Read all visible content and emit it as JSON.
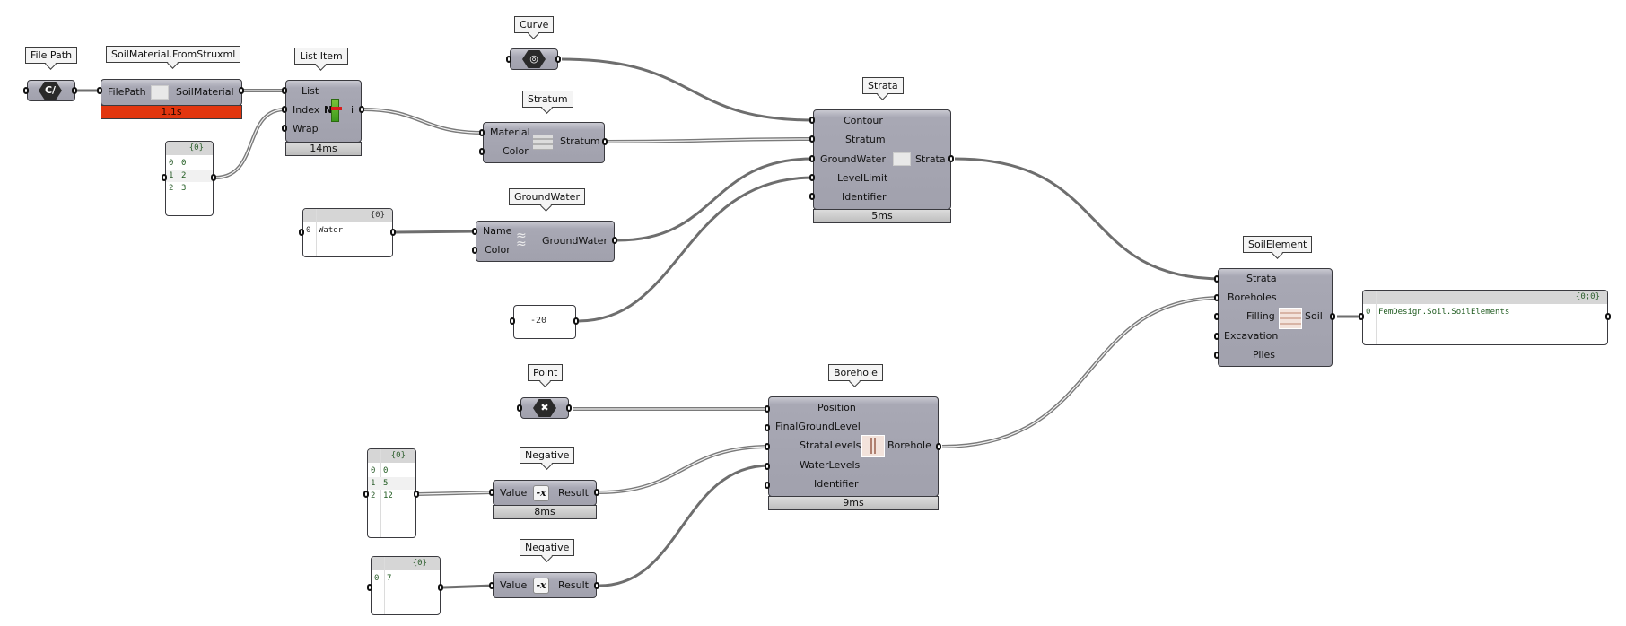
{
  "canvas": {
    "app": "Grasshopper"
  },
  "colors": {
    "node_fill": "#a5a5b1",
    "timer_warn": "#e2360f",
    "wire": "#6e6e6e",
    "panel_text": "#1e5a1e"
  },
  "nodes": {
    "file_path": {
      "label": "File Path",
      "icon": "file-path-icon",
      "icon_text": "C/"
    },
    "soil_material": {
      "label": "SoilMaterial.FromStruxml",
      "inputs": [
        "FilePath"
      ],
      "outputs": [
        "SoilMaterial"
      ],
      "timer": "1.1s"
    },
    "list_item": {
      "label": "List Item",
      "inputs": [
        "List",
        "Index",
        "Wrap"
      ],
      "outputs": [
        "i"
      ],
      "icon_letter": "N",
      "timer": "14ms"
    },
    "curve": {
      "label": "Curve",
      "icon": "curve-icon"
    },
    "stratum": {
      "label": "Stratum",
      "inputs": [
        "Material",
        "Color"
      ],
      "outputs": [
        "Stratum"
      ]
    },
    "strata": {
      "label": "Strata",
      "inputs": [
        "Contour",
        "Stratum",
        "GroundWater",
        "LevelLimit",
        "Identifier"
      ],
      "outputs": [
        "Strata"
      ],
      "timer": "5ms"
    },
    "groundwater": {
      "label": "GroundWater",
      "inputs": [
        "Name",
        "Color"
      ],
      "outputs": [
        "GroundWater"
      ]
    },
    "soil_element": {
      "label": "SoilElement",
      "inputs": [
        "Strata",
        "Boreholes",
        "Filling",
        "Excavation",
        "Piles"
      ],
      "outputs": [
        "Soil"
      ]
    },
    "point": {
      "label": "Point",
      "icon": "point-icon",
      "icon_text": "✖"
    },
    "borehole": {
      "label": "Borehole",
      "inputs": [
        "Position",
        "FinalGroundLevel",
        "StrataLevels",
        "WaterLevels",
        "Identifier"
      ],
      "outputs": [
        "Borehole"
      ],
      "timer": "9ms"
    },
    "negative1": {
      "label": "Negative",
      "inputs": [
        "Value"
      ],
      "outputs": [
        "Result"
      ],
      "icon_text": "-x",
      "timer": "8ms"
    },
    "negative2": {
      "label": "Negative",
      "inputs": [
        "Value"
      ],
      "outputs": [
        "Result"
      ],
      "icon_text": "-x"
    }
  },
  "panels": {
    "index_list": {
      "path": "{0}",
      "rows": [
        {
          "i": "0",
          "v": "0"
        },
        {
          "i": "1",
          "v": "2"
        },
        {
          "i": "2",
          "v": "3"
        }
      ]
    },
    "water": {
      "path": "{0}",
      "rows": [
        {
          "i": "0",
          "v": "Water"
        }
      ]
    },
    "level_limit": {
      "value": "-20"
    },
    "strata_levels": {
      "path": "{0}",
      "rows": [
        {
          "i": "0",
          "v": "0"
        },
        {
          "i": "1",
          "v": "5"
        },
        {
          "i": "2",
          "v": "12"
        }
      ]
    },
    "water_levels": {
      "path": "{0}",
      "rows": [
        {
          "i": "0",
          "v": "7"
        }
      ]
    },
    "soil_output": {
      "path": "{0;0}",
      "rows": [
        {
          "i": "0",
          "v": "FemDesign.Soil.SoilElements"
        }
      ]
    }
  }
}
